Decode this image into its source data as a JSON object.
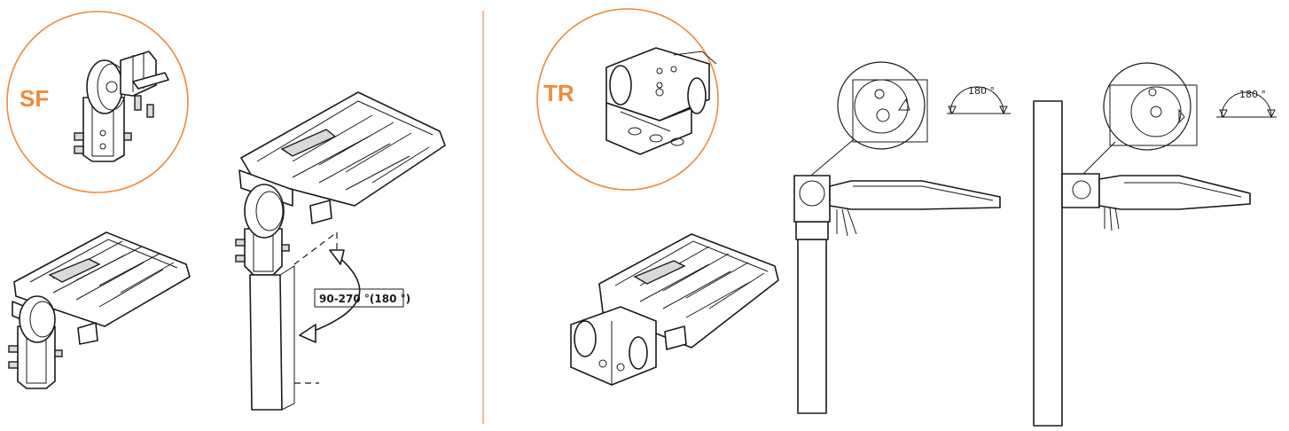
{
  "colors": {
    "accent": "#F08A3C",
    "line": "#1a1a1a",
    "divider": "#E0A070"
  },
  "sections": [
    {
      "badge": "SF",
      "rotation_label": "90-270 °(180 °)"
    },
    {
      "badge": "TR",
      "angle_labels": [
        "180 °",
        "180 °"
      ]
    }
  ]
}
